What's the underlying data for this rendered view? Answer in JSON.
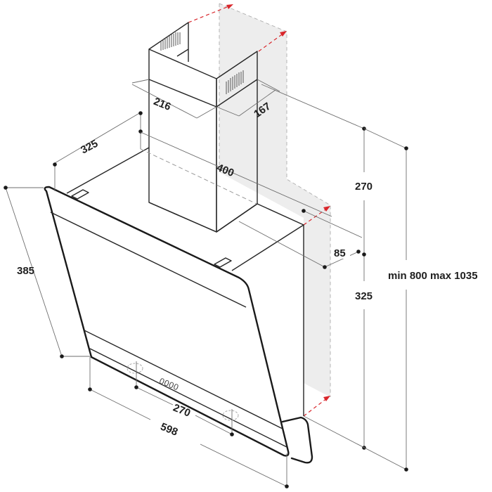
{
  "diagram": {
    "subject": "Angled wall-mounted cooker hood — installation dimensions (mm)",
    "colors": {
      "outline": "#262626",
      "dimension_line": "#6e6e6e",
      "wall_fill": "#ededed",
      "arrow_red": "#d9262b"
    },
    "dimensions": {
      "chimney_width": "216",
      "chimney_depth": "167",
      "hood_depth_top": "325",
      "hood_top_width": "400",
      "wall_offset": "85",
      "upper_height": "270",
      "lower_height": "325",
      "total_height": "min 800 max 1035",
      "glass_panel_height": "385",
      "fixing_spacing": "270",
      "overall_width": "598"
    },
    "control_panel": {
      "buttons_text": "0000"
    }
  }
}
